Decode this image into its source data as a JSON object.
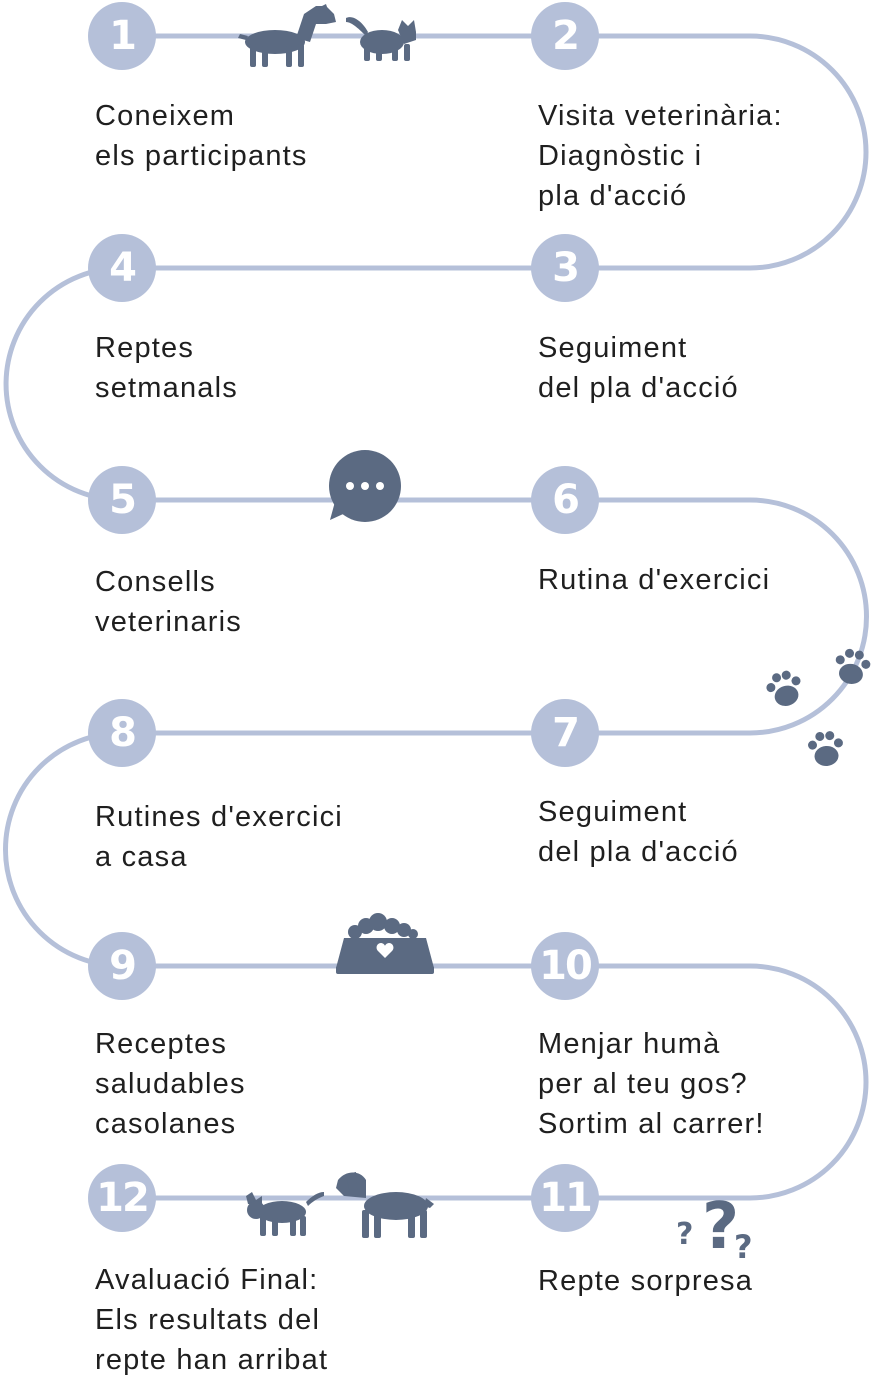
{
  "accent_color": "#b5c0d9",
  "icon_color": "#5b6a82",
  "steps": [
    {
      "number": "1",
      "lines": [
        "Coneixem",
        "els participants"
      ]
    },
    {
      "number": "2",
      "lines": [
        "Visita veterinària:",
        "Diagnòstic i",
        "pla d'acció"
      ]
    },
    {
      "number": "3",
      "lines": [
        "Seguiment",
        "del pla d'acció"
      ]
    },
    {
      "number": "4",
      "lines": [
        "Reptes",
        "setmanals"
      ]
    },
    {
      "number": "5",
      "lines": [
        "Consells",
        "veterinaris"
      ]
    },
    {
      "number": "6",
      "lines": [
        "Rutina d'exercici"
      ]
    },
    {
      "number": "7",
      "lines": [
        "Seguiment",
        "del pla d'acció"
      ]
    },
    {
      "number": "8",
      "lines": [
        "Rutines d'exercici",
        "a casa"
      ]
    },
    {
      "number": "9",
      "lines": [
        "Receptes",
        "saludables",
        "casolanes"
      ]
    },
    {
      "number": "10",
      "lines": [
        "Menjar humà",
        "per al teu gos?",
        "Sortim al carrer!"
      ]
    },
    {
      "number": "11",
      "lines": [
        "Repte sorpresa"
      ]
    },
    {
      "number": "12",
      "lines": [
        "Avaluació Final:",
        "Els resultats del",
        "repte han arribat"
      ]
    }
  ],
  "icons": [
    "dog-icon",
    "cat-icon",
    "chat-bubble-icon",
    "paw-icon",
    "food-bowl-icon",
    "question-marks-icon"
  ]
}
